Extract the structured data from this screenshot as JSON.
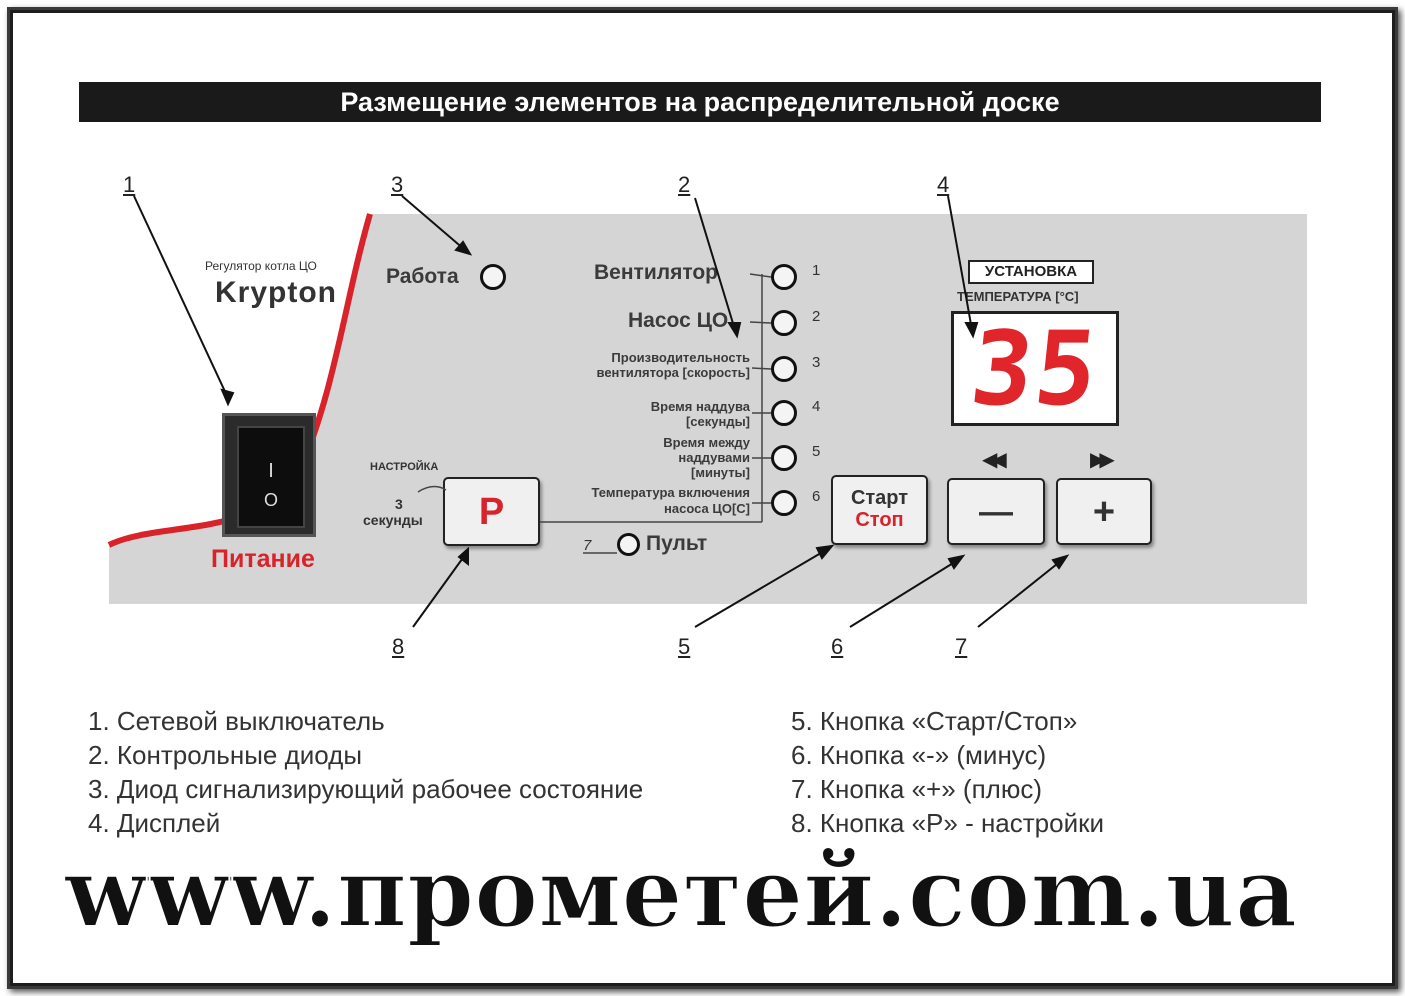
{
  "title": "Размещение элементов на распределительной доске",
  "panel": {
    "brand_caption": "Регулятор котла ЦО",
    "brand_name": "Krypton",
    "power_label": "Питание",
    "switch_on_symbol": "I",
    "switch_off_symbol": "O",
    "work_label": "Работа",
    "settings_label": "НАСТРОЙКА",
    "settings_hold_number": "3",
    "settings_hold_unit": "секунды",
    "p_button_label": "P",
    "remote_label": "Пульт",
    "remote_number": "7",
    "leds": [
      {
        "label_lines": [
          "Вентилятор"
        ],
        "number": "1"
      },
      {
        "label_lines": [
          "Насос ЦО"
        ],
        "number": "2"
      },
      {
        "label_lines": [
          "Производительность",
          "вентилятора [скорость]"
        ],
        "number": "3"
      },
      {
        "label_lines": [
          "Время наддува",
          "[секунды]"
        ],
        "number": "4"
      },
      {
        "label_lines": [
          "Время между",
          "наддувами",
          "[минуты]"
        ],
        "number": "5"
      },
      {
        "label_lines": [
          "Температура включения",
          "насоса ЦО[С]"
        ],
        "number": "6"
      }
    ],
    "start_label": "Старт",
    "stop_label": "Стоп",
    "display_header": "УСТАНОВКА",
    "display_subheader": "ТЕМПЕРАТУРА [°C]",
    "display_value": "35",
    "minus_label": "—",
    "plus_label": "+",
    "rewind_symbol": "◀◀",
    "forward_symbol": "▶▶"
  },
  "callouts": [
    "1",
    "3",
    "2",
    "4",
    "8",
    "5",
    "6",
    "7"
  ],
  "legend_left": [
    "1. Сетевой выключатель",
    "2. Контрольные диоды",
    "3. Диод сигнализирующий рабочее состояние",
    "4. Дисплей"
  ],
  "legend_right": [
    "5. Кнопка «Старт/Стоп»",
    "6. Кнопка «-» (минус)",
    "7. Кнопка «+» (плюс)",
    "8. Кнопка «P» - настройки"
  ],
  "website": "www.прометей.com.ua",
  "colors": {
    "accent_red": "#d8232a",
    "panel_gray": "#d5d5d6",
    "display_red": "#e0262b"
  }
}
